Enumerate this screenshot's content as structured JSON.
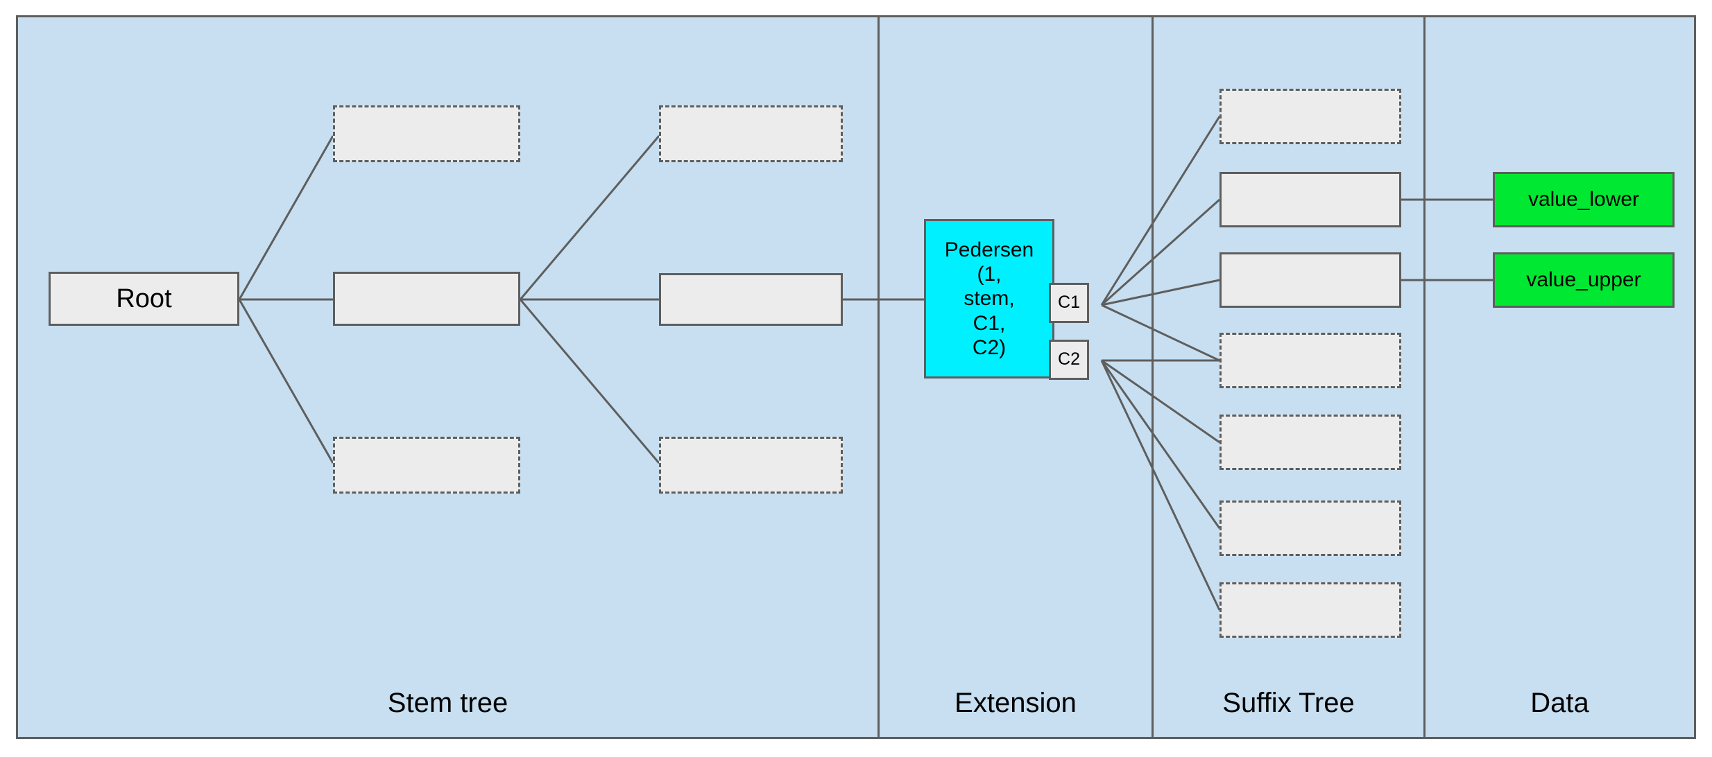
{
  "diagram": {
    "title": "Stem tree / Extension / Suffix Tree / Data commitment structure",
    "colors": {
      "panel_background": "#c7dff0",
      "node_fill": "#ececec",
      "node_stroke": "#5e5e5e",
      "commitment_fill": "#00f0ff",
      "data_fill": "#00e832",
      "edge_stroke": "#5e5e5e",
      "page_background": "#ffffff"
    },
    "columns": [
      {
        "id": "stem-tree",
        "label": "Stem tree"
      },
      {
        "id": "extension",
        "label": "Extension"
      },
      {
        "id": "suffix-tree",
        "label": "Suffix Tree"
      },
      {
        "id": "data",
        "label": "Data"
      }
    ],
    "stem_tree": {
      "root": {
        "label": "Root",
        "style": "solid"
      },
      "level1": [
        {
          "label": "",
          "style": "dashed"
        },
        {
          "label": "",
          "style": "solid"
        },
        {
          "label": "",
          "style": "dashed"
        }
      ],
      "level2": [
        {
          "label": "",
          "style": "dashed"
        },
        {
          "label": "",
          "style": "solid"
        },
        {
          "label": "",
          "style": "dashed"
        }
      ]
    },
    "extension": {
      "commitment": {
        "label": "Pedersen\n(1,\nstem,\nC1,\nC2)",
        "style": "solid"
      },
      "chunks": [
        {
          "label": "C1",
          "style": "solid"
        },
        {
          "label": "C2",
          "style": "solid"
        }
      ]
    },
    "suffix_tree": {
      "nodes": [
        {
          "index": 1,
          "label": "",
          "style": "dashed"
        },
        {
          "index": 2,
          "label": "",
          "style": "solid"
        },
        {
          "index": 3,
          "label": "",
          "style": "solid"
        },
        {
          "index": 4,
          "label": "",
          "style": "dashed"
        },
        {
          "index": 5,
          "label": "",
          "style": "dashed"
        },
        {
          "index": 6,
          "label": "",
          "style": "dashed"
        },
        {
          "index": 7,
          "label": "",
          "style": "dashed"
        }
      ]
    },
    "data": {
      "values": [
        {
          "label": "value_lower",
          "style": "solid"
        },
        {
          "label": "value_upper",
          "style": "solid"
        }
      ]
    }
  }
}
